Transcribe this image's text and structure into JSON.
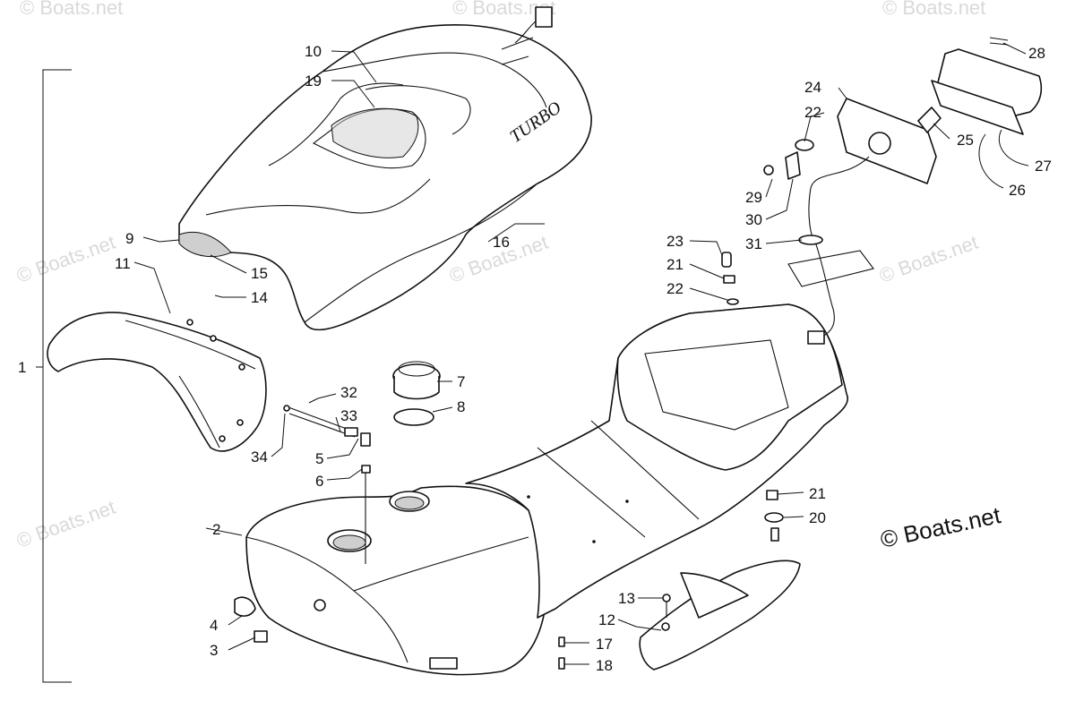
{
  "watermark": "© Boats.net",
  "copyright": "© Boats.net",
  "seat_logo": "TURBO",
  "callouts": [
    {
      "id": "c1",
      "label": "1"
    },
    {
      "id": "c2",
      "label": "2"
    },
    {
      "id": "c3",
      "label": "3"
    },
    {
      "id": "c4",
      "label": "4"
    },
    {
      "id": "c5",
      "label": "5"
    },
    {
      "id": "c6",
      "label": "6"
    },
    {
      "id": "c7",
      "label": "7"
    },
    {
      "id": "c8",
      "label": "8"
    },
    {
      "id": "c9",
      "label": "9"
    },
    {
      "id": "c10",
      "label": "10"
    },
    {
      "id": "c11",
      "label": "11"
    },
    {
      "id": "c12",
      "label": "12"
    },
    {
      "id": "c13",
      "label": "13"
    },
    {
      "id": "c14",
      "label": "14"
    },
    {
      "id": "c15",
      "label": "15"
    },
    {
      "id": "c16",
      "label": "16"
    },
    {
      "id": "c17",
      "label": "17"
    },
    {
      "id": "c18",
      "label": "18"
    },
    {
      "id": "c19",
      "label": "19"
    },
    {
      "id": "c20",
      "label": "20"
    },
    {
      "id": "c21a",
      "label": "21"
    },
    {
      "id": "c21b",
      "label": "21"
    },
    {
      "id": "c22a",
      "label": "22"
    },
    {
      "id": "c22b",
      "label": "22"
    },
    {
      "id": "c23",
      "label": "23"
    },
    {
      "id": "c24",
      "label": "24"
    },
    {
      "id": "c25",
      "label": "25"
    },
    {
      "id": "c26",
      "label": "26"
    },
    {
      "id": "c27",
      "label": "27"
    },
    {
      "id": "c28",
      "label": "28"
    },
    {
      "id": "c29",
      "label": "29"
    },
    {
      "id": "c30",
      "label": "30"
    },
    {
      "id": "c31",
      "label": "31"
    },
    {
      "id": "c32",
      "label": "32"
    },
    {
      "id": "c33",
      "label": "33"
    },
    {
      "id": "c34",
      "label": "34"
    }
  ]
}
